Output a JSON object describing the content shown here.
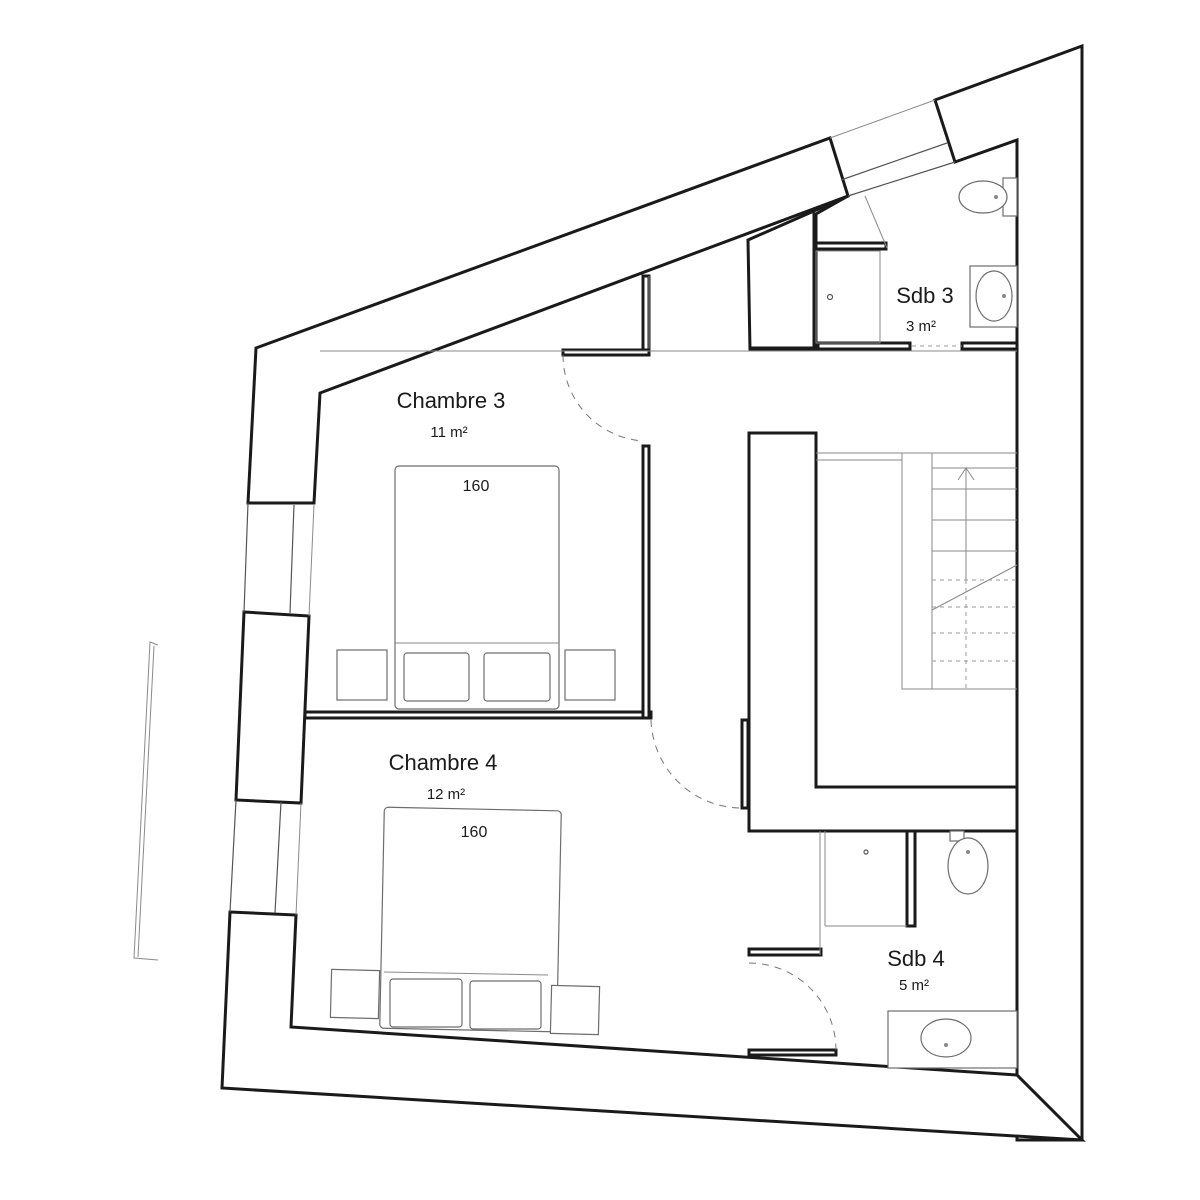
{
  "rooms": {
    "chambre3": {
      "name": "Chambre 3",
      "area": "11 m²",
      "bed": "160"
    },
    "chambre4": {
      "name": "Chambre 4",
      "area": "12 m²",
      "bed": "160"
    },
    "sdb3": {
      "name": "Sdb 3",
      "area": "3 m²"
    },
    "sdb4": {
      "name": "Sdb 4",
      "area": "5 m²"
    }
  }
}
